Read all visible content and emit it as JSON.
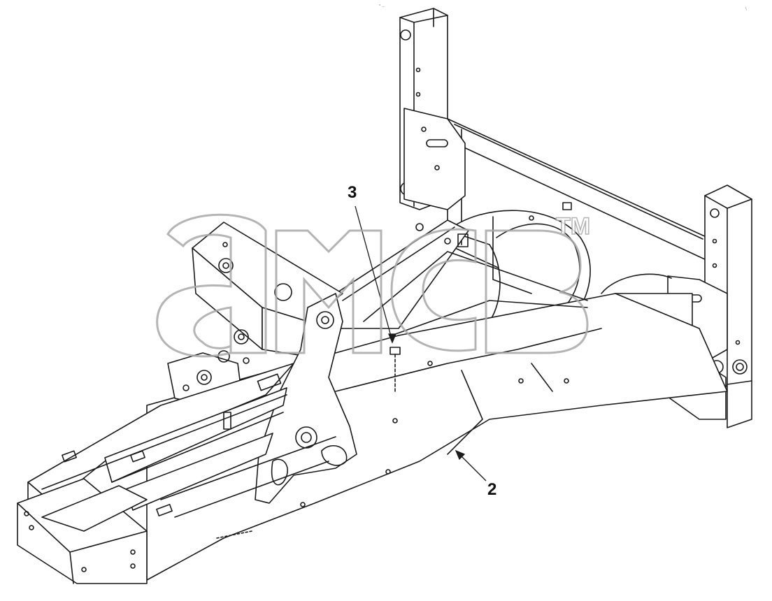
{
  "image": {
    "title": "",
    "background": "#ffffff",
    "stroke_color": "#1a1a1a"
  },
  "callouts": [
    {
      "id": "2",
      "label": "2"
    },
    {
      "id": "3",
      "label": "3"
    }
  ],
  "header_tiny": "° ...",
  "watermark": {
    "letters": "амсз",
    "trademark": "TM",
    "outline_color": "#a8a8a8"
  }
}
